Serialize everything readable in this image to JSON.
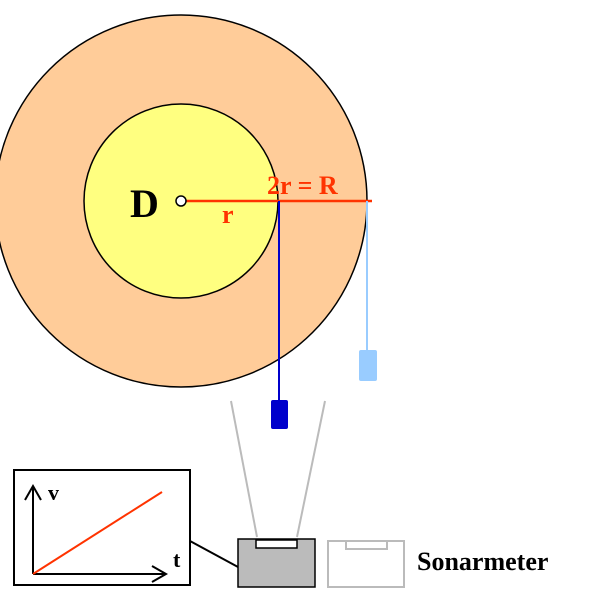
{
  "disk": {
    "center_label": "D",
    "inner_radius_label": "r",
    "outer_radius_label": "2r = R"
  },
  "graph": {
    "y_axis_label": "v",
    "x_axis_label": "t"
  },
  "device": {
    "label": "Sonarmeter"
  },
  "colors": {
    "outer_disk": "#FFCC99",
    "inner_disk": "#FFFF80",
    "radius_line": "#FF3300",
    "inner_weight": "#0000CC",
    "outer_weight": "#99CCFF",
    "sonar_body": "#BBBBBB",
    "sonar_ghost": "#BBBBBB",
    "sonar_beam": "#BBBBBB",
    "graph_line": "#FF3300"
  }
}
